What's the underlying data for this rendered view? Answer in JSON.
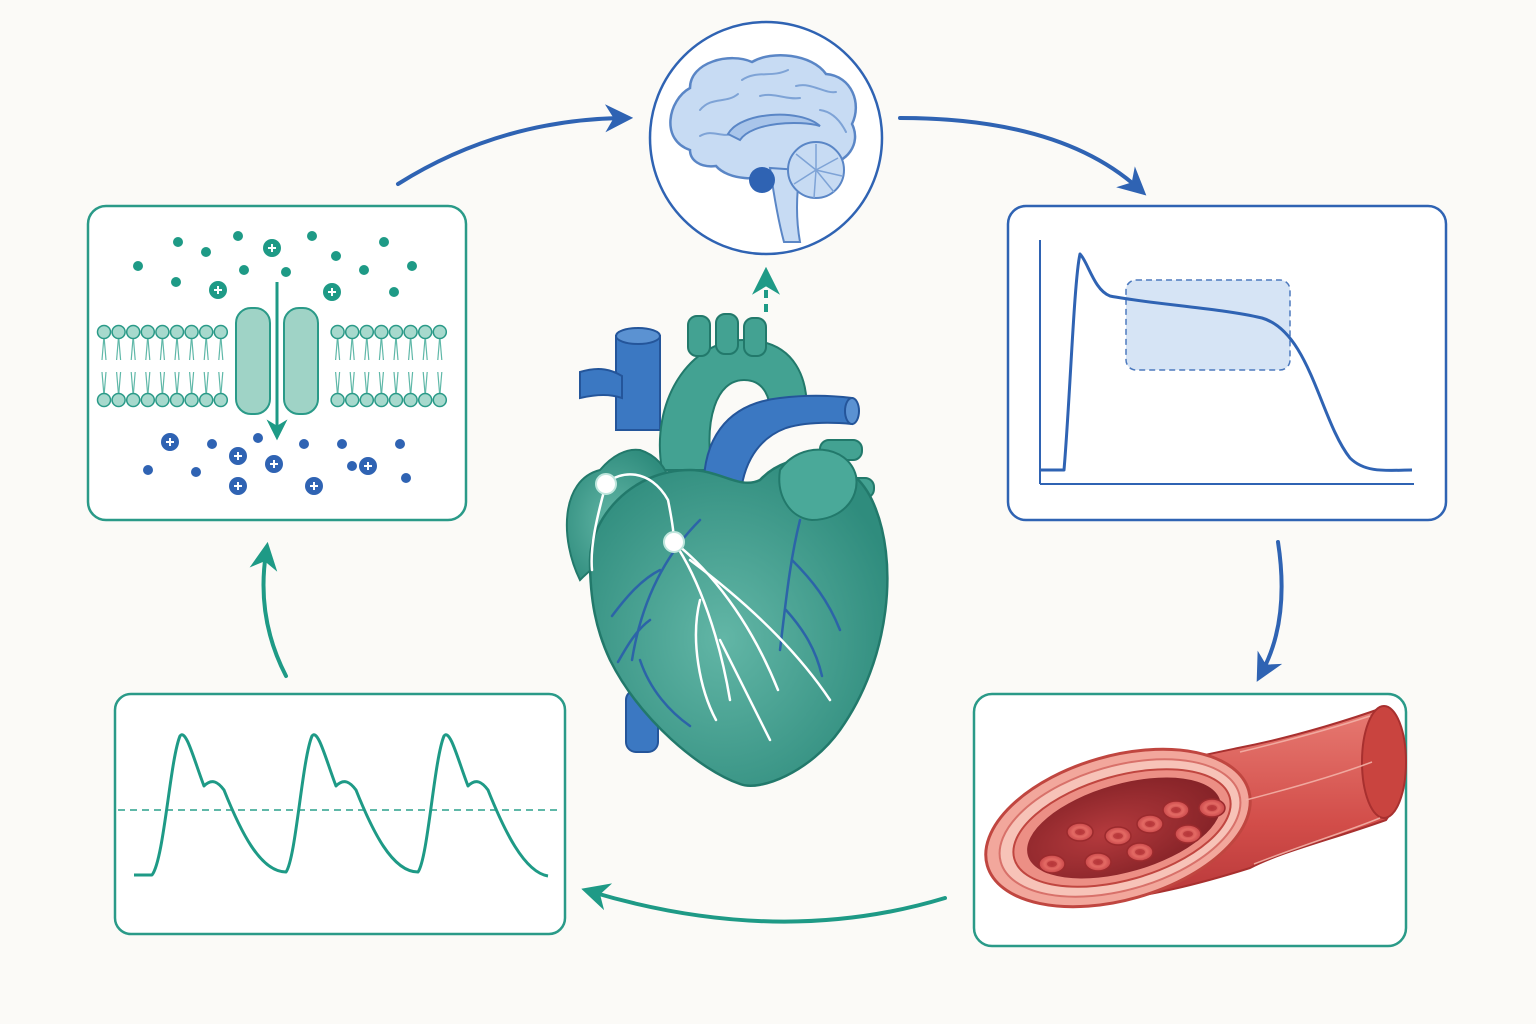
{
  "diagram": {
    "kind": "cycle",
    "text_labels": [],
    "colors": {
      "background": "#fbfaf7",
      "teal": "#1e9a86",
      "teal_light": "#5fb8a8",
      "blue": "#2f63b3",
      "blue_light": "#cfe0f4",
      "red": "#d9514d",
      "red_dark": "#8e2226",
      "heart_teal": "#43a292",
      "heart_blue": "#3b78c2"
    },
    "nodes": [
      {
        "id": "ion-channel",
        "icon": "ion-channel-membrane-icon"
      },
      {
        "id": "brain",
        "icon": "brain-icon"
      },
      {
        "id": "action-potential",
        "icon": "action-potential-curve-icon"
      },
      {
        "id": "blood-vessel",
        "icon": "blood-vessel-icon"
      },
      {
        "id": "pressure-waveform",
        "icon": "pressure-waveform-icon"
      },
      {
        "id": "heart",
        "icon": "heart-icon"
      }
    ],
    "flow": [
      [
        "ion-channel",
        "brain"
      ],
      [
        "brain",
        "action-potential"
      ],
      [
        "action-potential",
        "blood-vessel"
      ],
      [
        "blood-vessel",
        "pressure-waveform"
      ],
      [
        "pressure-waveform",
        "ion-channel"
      ],
      [
        "heart",
        "brain"
      ]
    ]
  }
}
